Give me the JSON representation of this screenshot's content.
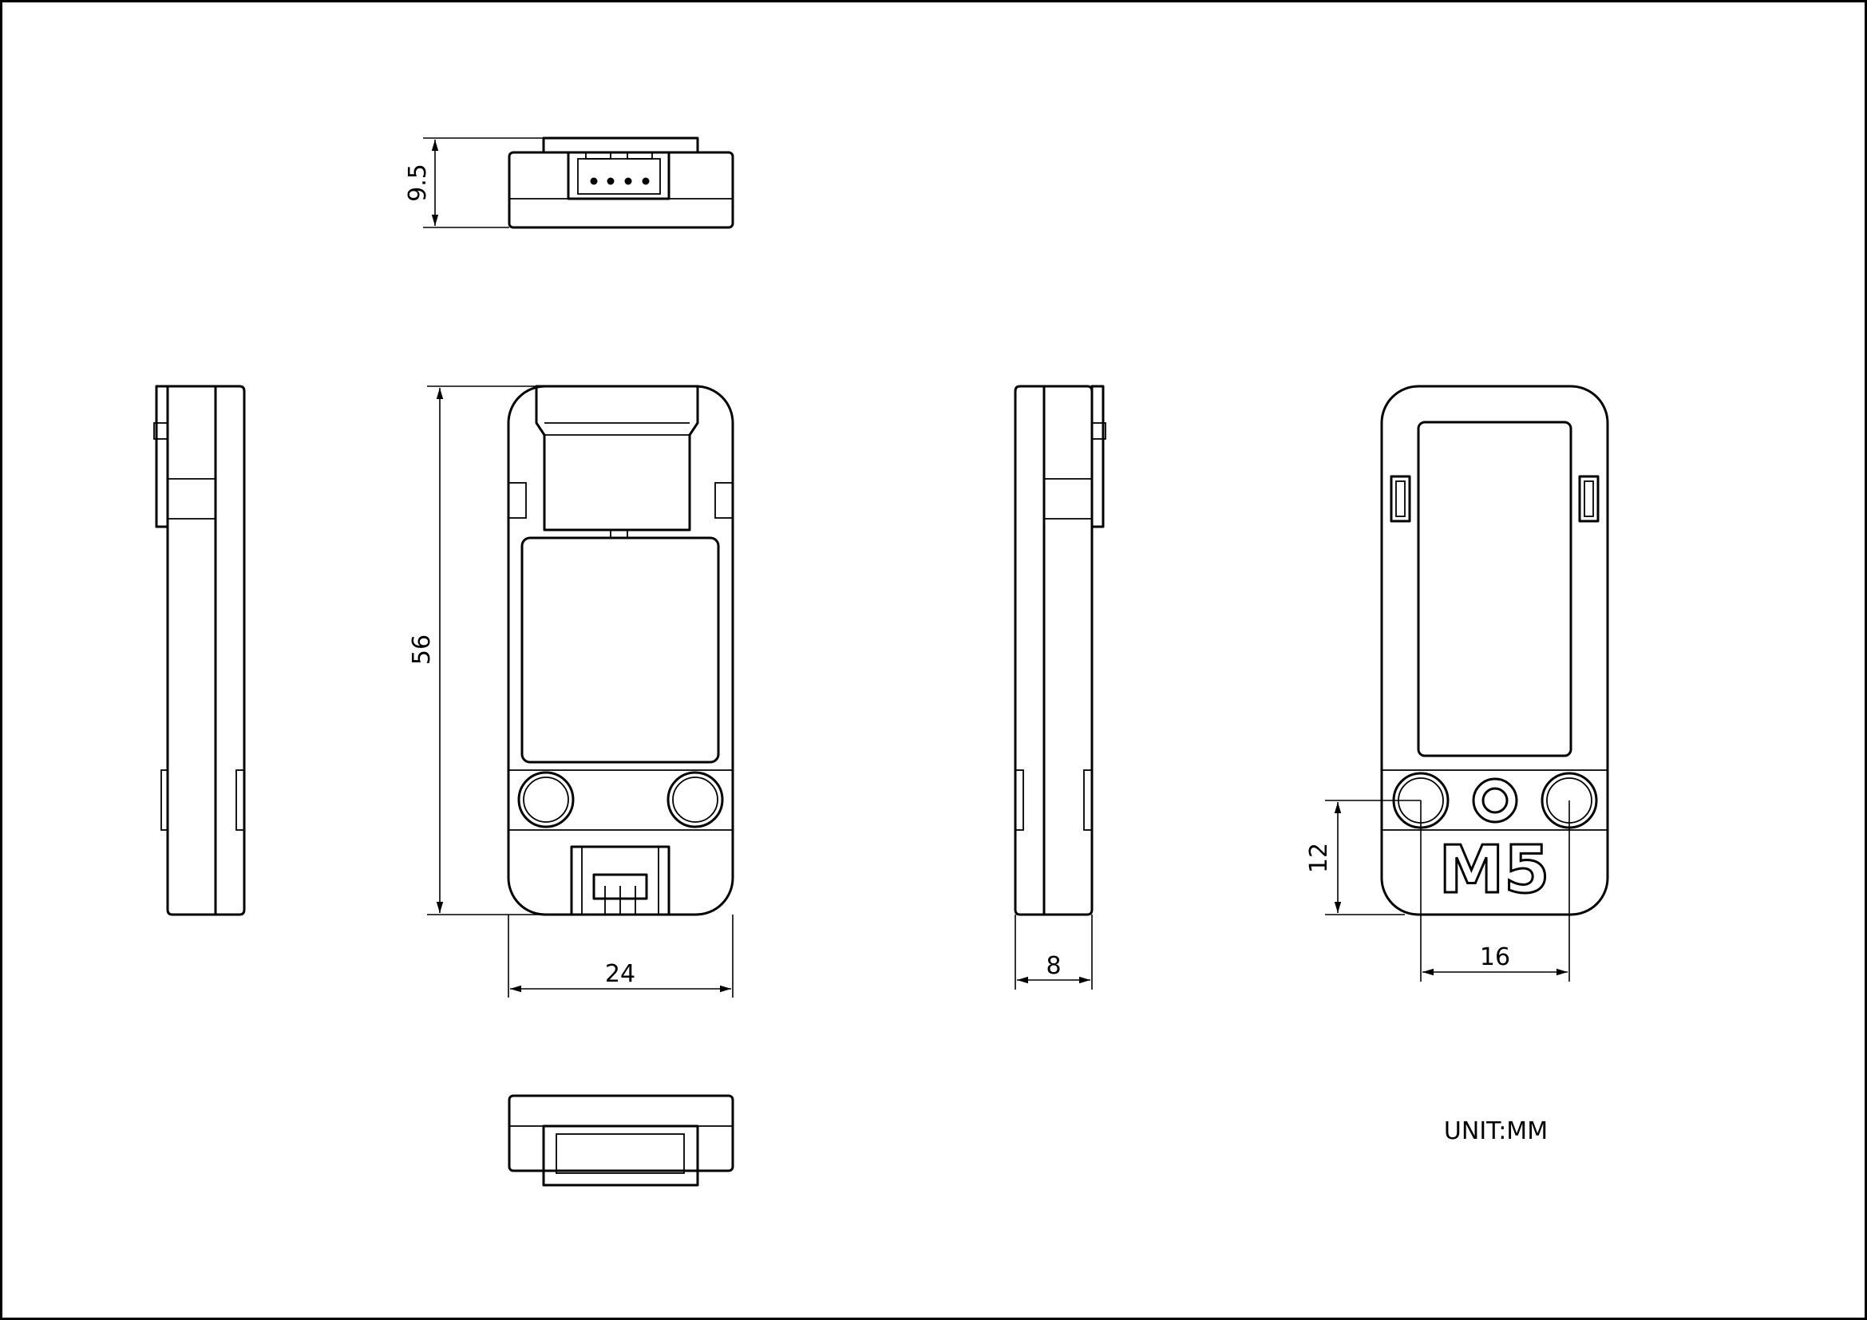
{
  "dimensions": {
    "height_top": "9.5",
    "height_front": "56",
    "width_front": "24",
    "thickness_side": "8",
    "hole_spacing": "16",
    "hole_offset": "12"
  },
  "logo_text": "M5",
  "unit_label": "UNIT:MM"
}
